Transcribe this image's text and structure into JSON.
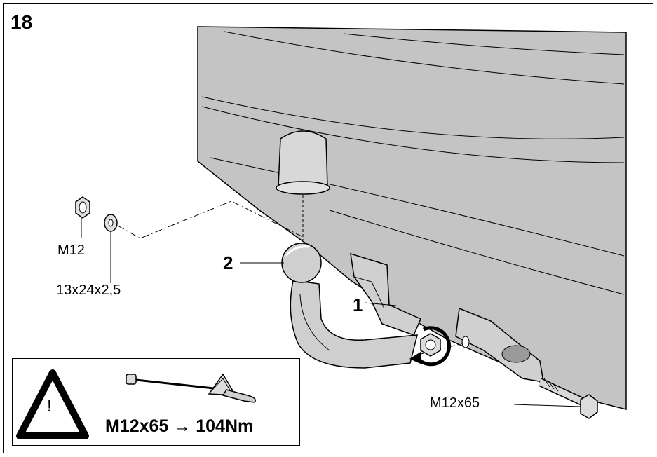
{
  "step_number": "18",
  "labels": {
    "nut": "M12",
    "washer": "13x24x2,5",
    "part_1": "1",
    "part_2": "2",
    "bolt": "M12x65"
  },
  "warning": {
    "symbol": "!",
    "torque_text": "M12x65 → 104Nm"
  },
  "colors": {
    "bumper": "#c4c4c4",
    "parts": "#cfcfcf",
    "line": "#000000"
  }
}
